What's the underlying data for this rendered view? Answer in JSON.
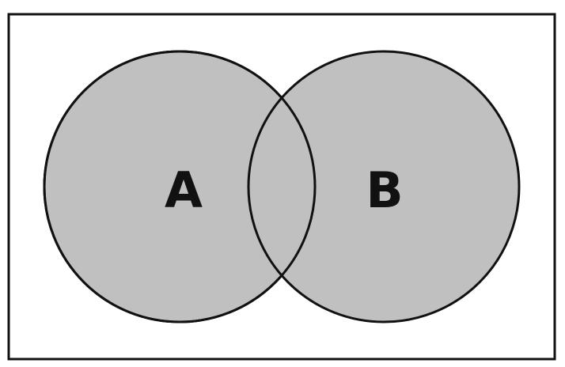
{
  "diagram": {
    "type": "venn",
    "sets": [
      {
        "label": "A"
      },
      {
        "label": "B"
      }
    ],
    "shaded": [
      "A",
      "B",
      "A∩B"
    ],
    "colors": {
      "fill": "#c0c0c0",
      "stroke": "#111111",
      "text": "#111111",
      "background": "#ffffff"
    }
  }
}
